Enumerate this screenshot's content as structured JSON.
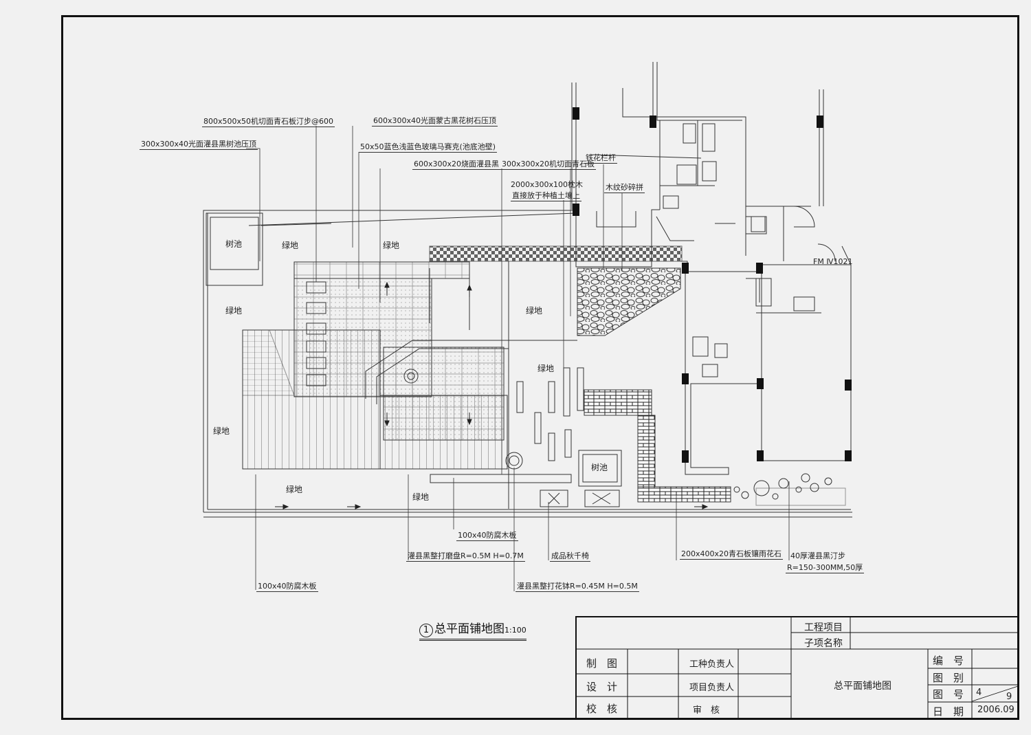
{
  "labels": {
    "pressing_top": "300x300x40光面灌县黑树池压顶",
    "stepping": "800x500x50机切面青石板汀步@600",
    "tree_pool_cap": "600x300x40光面蒙古黑花树石压顶",
    "mosaic": "50x50蓝色浅蓝色玻璃马赛克(池底池壁)",
    "burnt": "600x300x20烧面灌县黑",
    "bluestone": "300x300x20机切面青石板",
    "sleeper": "2000x300x100枕木",
    "sleeper_2": "直接放于种植土壤上",
    "railing": "铁花栏杆",
    "wood_gravel": "木纹砂碎拼",
    "door_code": "FM Ⅳ1021",
    "wood_board_1": "100x40防腐木板",
    "millstone": "灌县黑整打磨盘R=0.5M H=0.7M",
    "swing": "成品秋千椅",
    "flower_bowl": "灌县黑整打花钵R=0.45M H=0.5M",
    "bluestone_inlay": "200x400x20青石板镶雨花石",
    "step_stone": "40厚灌县黑汀步",
    "step_stone_2": "R=150-300MM,50厚",
    "wood_board_2": "100x40防腐木板"
  },
  "zones": {
    "tree_pool": "树池",
    "green": "绿地"
  },
  "title": {
    "number": "1",
    "text": "总平面铺地图",
    "scale": "1:100"
  },
  "title_block": {
    "project": "工程项目",
    "sub_project": "子项名称",
    "drawn": "制　图",
    "design": "设　计",
    "check": "校　核",
    "trade_lead": "工种负责人",
    "project_lead": "项目负责人",
    "review": "审　核",
    "drawing_name": "总平面铺地图",
    "code": "编　号",
    "category": "图　别",
    "sheet_no": "图　号",
    "date_label": "日　期",
    "sheet_value": "4",
    "sheet_total": "9",
    "date_value": "2006.09"
  }
}
